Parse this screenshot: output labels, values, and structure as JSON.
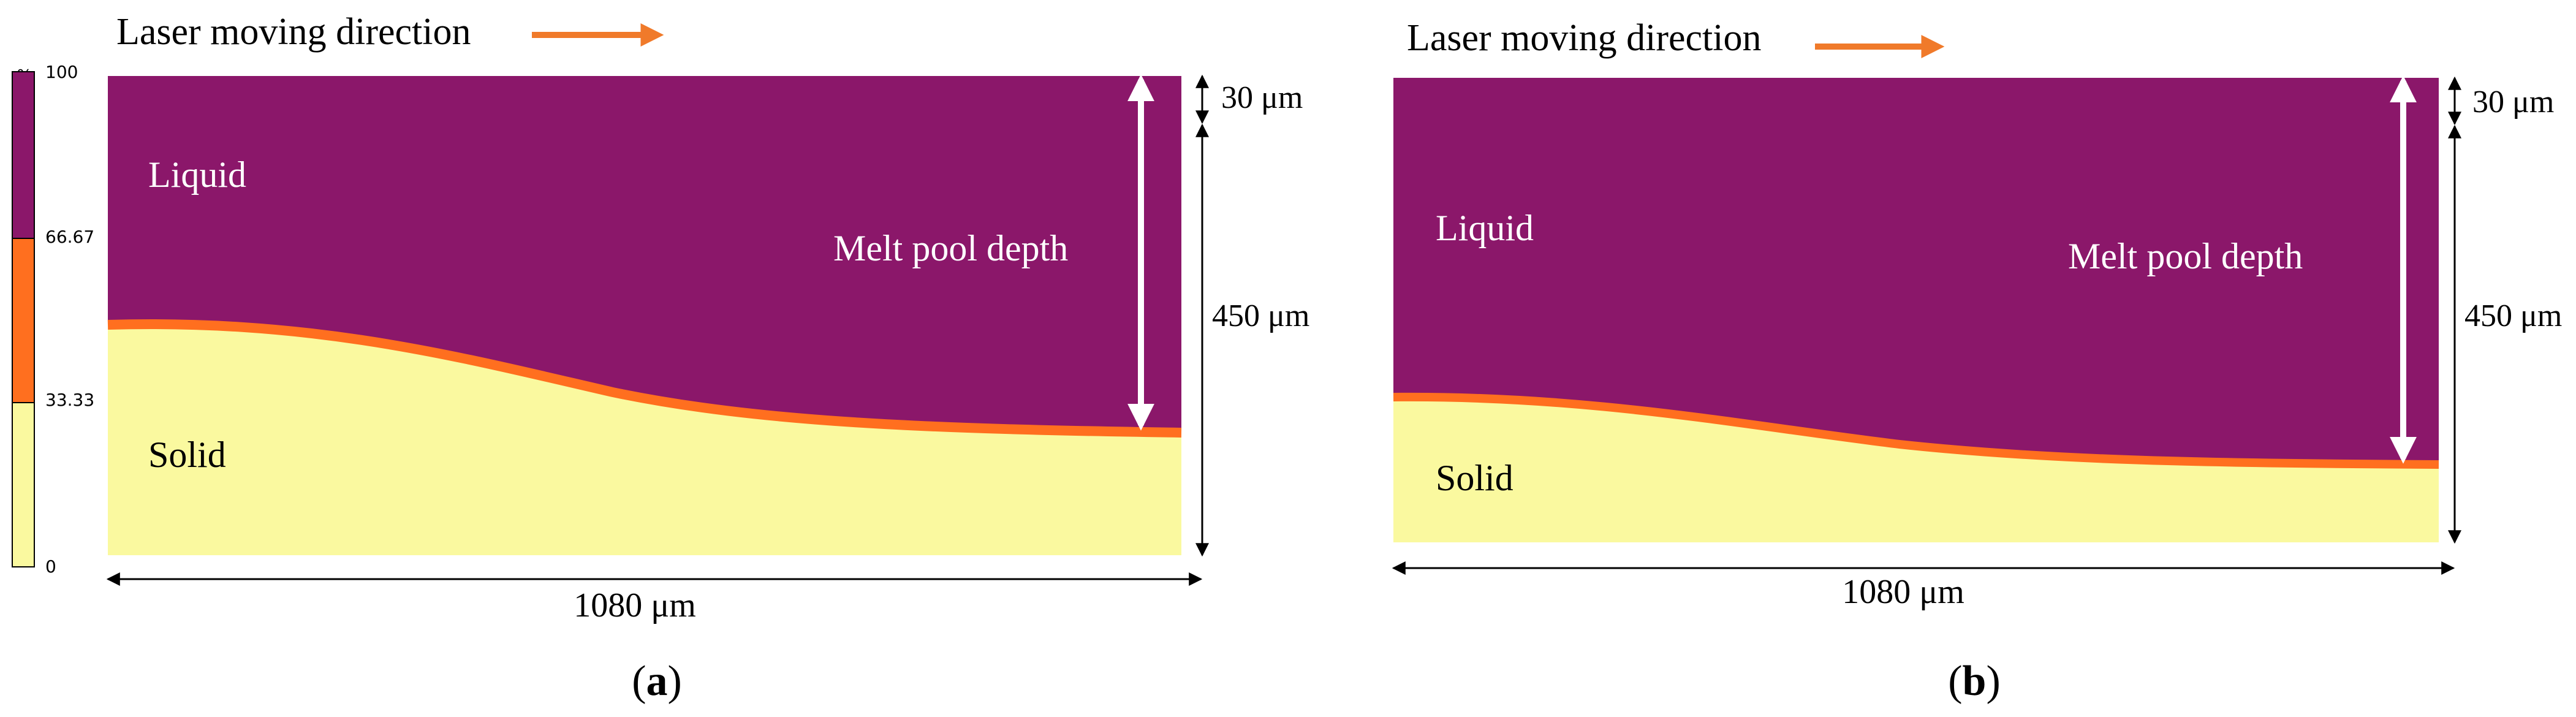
{
  "colorbar": {
    "unit": "%",
    "ticks": [
      "100",
      "66.67",
      "33.33",
      "0"
    ],
    "colors": {
      "top": "#8b176a",
      "middle": "#ff6f1f",
      "bottom": "#faf99f"
    }
  },
  "colors": {
    "liquid": "#8b176a",
    "solid": "#faf99f",
    "interface": "#ff6f1f",
    "arrow_orange": "#f07a2a",
    "arrow_white": "#ffffff",
    "dimension_line": "#000000"
  },
  "panels": [
    {
      "header": "Laser moving direction",
      "liquid_label": "Liquid",
      "solid_label": "Solid",
      "depth_label": "Melt pool depth",
      "top_dimension": "30 μm",
      "height_dimension": "450 μm",
      "width_dimension": "1080 μm",
      "caption_open": "(",
      "caption_letter": "a",
      "caption_close": ")"
    },
    {
      "header": "Laser moving direction",
      "liquid_label": "Liquid",
      "solid_label": "Solid",
      "depth_label": "Melt pool depth",
      "top_dimension": "30 μm",
      "height_dimension": "450 μm",
      "width_dimension": "1080 μm",
      "caption_open": "(",
      "caption_letter": "b",
      "caption_close": ")"
    }
  ]
}
